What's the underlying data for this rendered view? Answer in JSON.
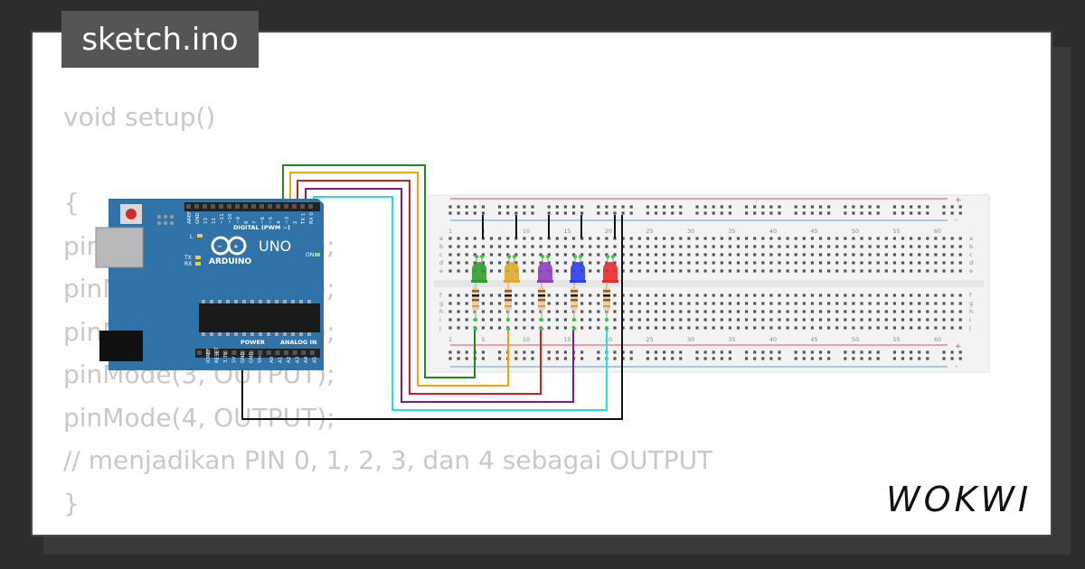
{
  "header": {
    "filename": "sketch.ino"
  },
  "code": {
    "lines": [
      "void setup()",
      "",
      "{",
      "pinMode(0, OUTPUT);",
      "pinMode(1, OUTPUT);",
      "pinMode(2, OUTPUT);",
      "pinMode(3, OUTPUT);",
      "pinMode(4, OUTPUT);",
      "// menjadikan PIN 0, 1, 2, 3, dan 4 sebagai OUTPUT",
      "}"
    ]
  },
  "arduino": {
    "model": "UNO",
    "brand": "ARDUINO",
    "digital_header_label": "DIGITAL (PWM ~)",
    "power_label": "POWER",
    "analog_label": "ANALOG IN",
    "tx_label": "TX",
    "rx_label": "RX",
    "on_label": "ON",
    "l_label": "L",
    "digital_pins": [
      "AREF",
      "GND",
      "13",
      "12",
      "~11",
      "~10",
      "~9",
      "8",
      "7",
      "~6",
      "~5",
      "4",
      "~3",
      "2",
      "TX 1",
      "RX 0"
    ],
    "power_pins": [
      "IOREF",
      "RESET",
      "3.3V",
      "5V",
      "GND",
      "GND",
      "Vin"
    ],
    "analog_pins": [
      "A0",
      "A1",
      "A2",
      "A3",
      "A4",
      "A5"
    ]
  },
  "breadboard": {
    "column_labels": [
      "1",
      "5",
      "10",
      "15",
      "20",
      "25",
      "30",
      "35",
      "40",
      "45",
      "50",
      "55",
      "60"
    ],
    "row_labels_top": [
      "a",
      "b",
      "c",
      "d",
      "e"
    ],
    "row_labels_bottom": [
      "f",
      "g",
      "h",
      "i",
      "j"
    ],
    "rail_plus": "+",
    "rail_minus": "-"
  },
  "leds": [
    {
      "color_name": "green",
      "color": "#2f9e2f"
    },
    {
      "color_name": "yellow",
      "color": "#e0a82a"
    },
    {
      "color_name": "purple",
      "color": "#8e3fbf"
    },
    {
      "color_name": "blue",
      "color": "#2a3ff0"
    },
    {
      "color_name": "red",
      "color": "#ea2a2a"
    }
  ],
  "wires": [
    {
      "color": "#1c8a1c"
    },
    {
      "color": "#f2a20c"
    },
    {
      "color": "#d41f1f"
    },
    {
      "color": "#7a1a9c"
    },
    {
      "color": "#22e0e8"
    },
    {
      "color": "#111111"
    }
  ],
  "brand_logo": {
    "text": "WOKWI"
  },
  "colors": {
    "arduino_board": "#2f73a8",
    "breadboard": "#f3f3f3",
    "code_text": "#c9c9c9",
    "tag_bg": "#555555"
  }
}
